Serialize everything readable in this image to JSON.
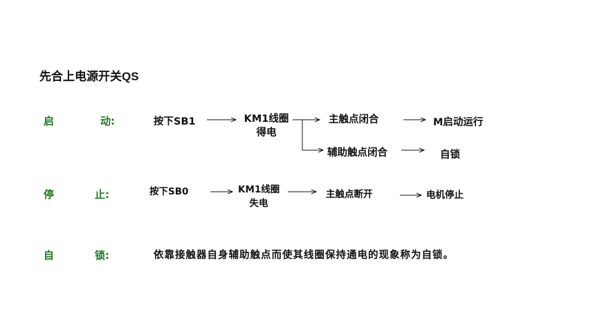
{
  "title": "先合上电源开关QS",
  "start": {
    "label1": "启",
    "label2": "动:",
    "step1": "按下SB1",
    "step2_line1": "KM1线圈",
    "step2_line2": "得电",
    "branch_a": "主触点闭合",
    "result_a": "M启动运行",
    "branch_b": "辅助触点闭合",
    "result_b": "自锁"
  },
  "stop": {
    "label1": "停",
    "label2": "止:",
    "step1": "按下SB0",
    "step2_line1": "KM1线圈",
    "step2_line2": "失电",
    "step3": "主触点断开",
    "result": "电机停止"
  },
  "selflock": {
    "label1": "自",
    "label2": "锁:",
    "definition": "依靠接触器自身辅助触点而使其线圈保持通电的现象称为自锁。"
  }
}
